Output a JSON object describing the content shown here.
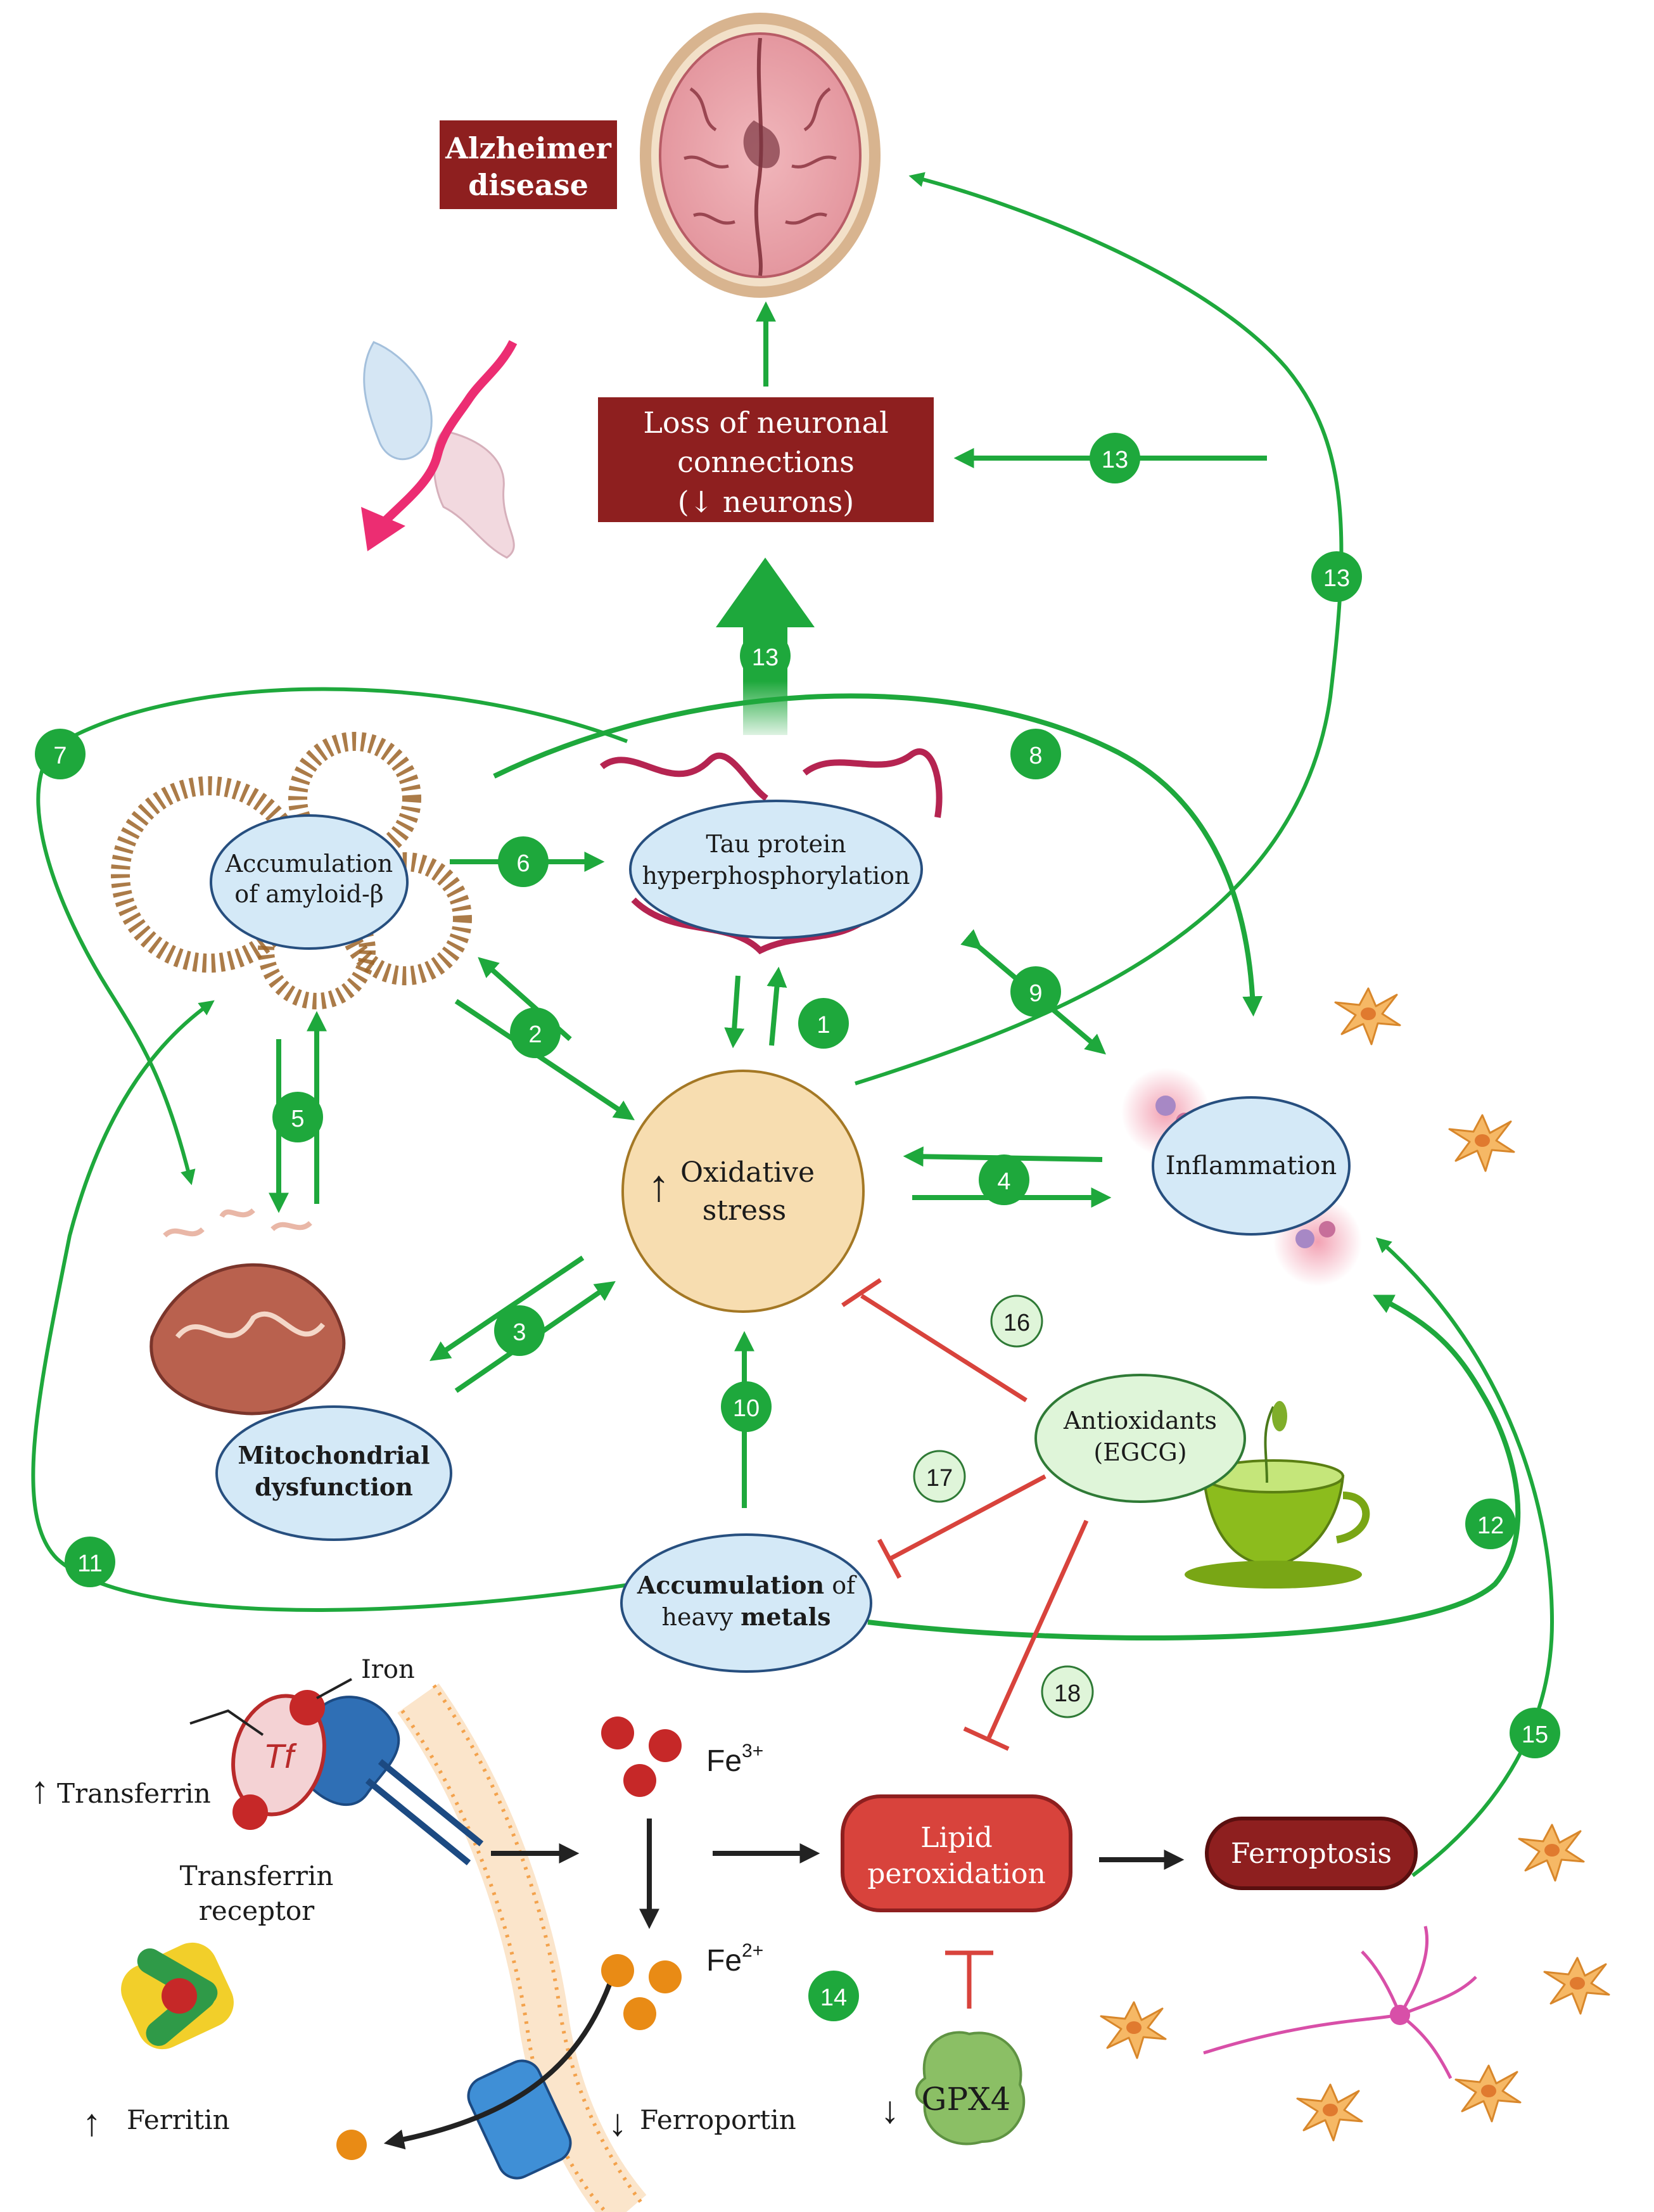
{
  "colors": {
    "green": "#1ea83c",
    "red": "#d8433c",
    "darkred": "#8e1f1f",
    "ellipse_fill": "#d4e9f7",
    "ellipse_stroke": "#274f7f",
    "oxidative_fill": "#f7ddb0",
    "oxidative_stroke": "#a47825",
    "antioxidant_fill": "#dff5d9",
    "antioxidant_stroke": "#2f7a36"
  },
  "title": {
    "line1": "Alzheimer",
    "line2": "disease"
  },
  "loss_box": {
    "line1": "Loss of neuronal",
    "line2": "connections",
    "line3": "(↓ neurons)"
  },
  "nodes": {
    "amyloid": {
      "line1": "Accumulation",
      "line2": "of amyloid-β"
    },
    "tau": {
      "line1": "Tau protein",
      "line2": "hyperphosphorylation"
    },
    "oxidative": {
      "arrow": "↑",
      "line1": "Oxidative",
      "line2": "stress"
    },
    "inflammation": {
      "label": "Inflammation"
    },
    "mito": {
      "line1": "Mitochondrial",
      "line2": "dysfunction"
    },
    "antioxidants": {
      "line1": "Antioxidants",
      "line2": "(EGCG)"
    },
    "metals": {
      "line1a": "Accumulation",
      "line1b": " of",
      "line2a": "heavy ",
      "line2b": "metals"
    },
    "lipid": {
      "line1": "Lipid",
      "line2": "peroxidation"
    },
    "ferroptosis": {
      "label": "Ferroptosis"
    }
  },
  "iron": {
    "iron": "Iron",
    "tf": "Tf",
    "transferrin_arrow": "↑",
    "transferrin": "Transferrin",
    "receptor_line1": "Transferrin",
    "receptor_line2": "receptor",
    "ferritin_arrow": "↑",
    "ferritin": "Ferritin",
    "ferroportin_arrow": "↓",
    "ferroportin": "Ferroportin",
    "fe3_base": "Fe",
    "fe3_sup": "3+",
    "fe2_base": "Fe",
    "fe2_sup": "2+",
    "gpx4_arrow": "↓",
    "gpx4": "GPX4"
  },
  "badges": {
    "b1": "1",
    "b2": "2",
    "b3": "3",
    "b4": "4",
    "b5": "5",
    "b6": "6",
    "b7": "7",
    "b8": "8",
    "b9": "9",
    "b10": "10",
    "b11": "11",
    "b12": "12",
    "b13a": "13",
    "b13b": "13",
    "b13c": "13",
    "b14": "14",
    "b15": "15",
    "b16": "16",
    "b17": "17",
    "b18": "18"
  }
}
